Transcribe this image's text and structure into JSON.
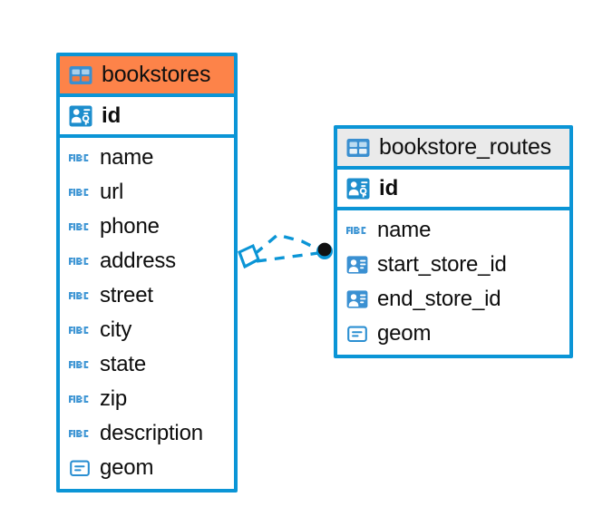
{
  "diagram": {
    "title": "bookstores / bookstore_routes relationship",
    "background": "#ffffff",
    "accent_blue": "#0b95d6",
    "header_orange": "#fd8349",
    "header_grey": "#eaeaea",
    "text_color": "#0d0d0d"
  },
  "entities": [
    {
      "id": "bookstores",
      "name": "bookstores",
      "header_icon": "table-icon",
      "header_style": "orange",
      "primary_key": {
        "name": "id",
        "icon": "primary-key-icon"
      },
      "fields": [
        {
          "name": "name",
          "icon": "abc-text-icon"
        },
        {
          "name": "url",
          "icon": "abc-text-icon"
        },
        {
          "name": "phone",
          "icon": "abc-text-icon"
        },
        {
          "name": "address",
          "icon": "abc-text-icon"
        },
        {
          "name": "street",
          "icon": "abc-text-icon"
        },
        {
          "name": "city",
          "icon": "abc-text-icon"
        },
        {
          "name": "state",
          "icon": "abc-text-icon"
        },
        {
          "name": "zip",
          "icon": "abc-text-icon"
        },
        {
          "name": "description",
          "icon": "abc-text-icon"
        },
        {
          "name": "geom",
          "icon": "geometry-icon"
        }
      ]
    },
    {
      "id": "bookstore_routes",
      "name": "bookstore_routes",
      "header_icon": "table-icon",
      "header_style": "grey",
      "primary_key": {
        "name": "id",
        "icon": "primary-key-icon"
      },
      "fields": [
        {
          "name": "name",
          "icon": "abc-text-icon"
        },
        {
          "name": "start_store_id",
          "icon": "foreign-key-icon"
        },
        {
          "name": "end_store_id",
          "icon": "foreign-key-icon"
        },
        {
          "name": "geom",
          "icon": "geometry-icon"
        }
      ]
    }
  ],
  "relationship": {
    "style": "dashed",
    "color": "#0b95d6",
    "source_marker": "diamond-outline",
    "target_marker": "filled-circle",
    "target_marker_color": "#111111"
  }
}
